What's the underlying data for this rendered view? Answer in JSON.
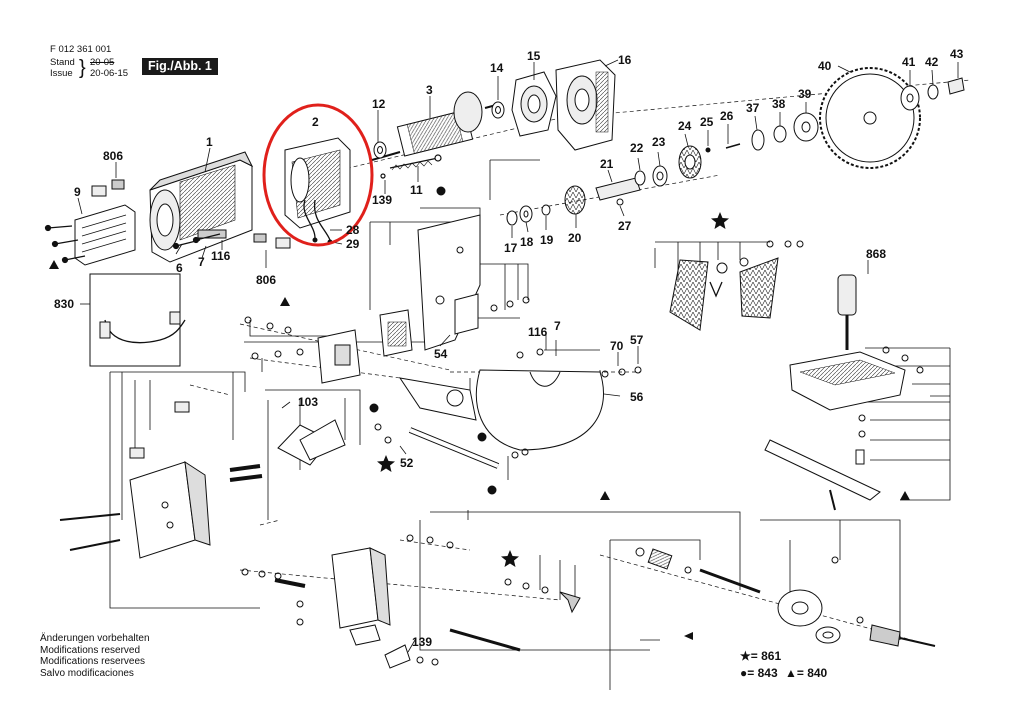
{
  "header": {
    "doc_number": "F 012 361 001",
    "stand_label": "Stand",
    "stand_date": "20-05",
    "issue_label": "Issue",
    "issue_date": "20-06-15",
    "figure_label": "Fig./Abb. 1"
  },
  "notes": [
    "Änderungen vorbehalten",
    "Modifications reserved",
    "Modifications reservees",
    "Salvo modificaciones"
  ],
  "legend": {
    "star": "= 861",
    "dot": "= 843",
    "triangle": "= 840"
  },
  "parts": {
    "p1": "1",
    "p2": "2",
    "p3": "3",
    "p6": "6",
    "p7a": "7",
    "p7b": "7",
    "p9": "9",
    "p11": "11",
    "p12": "12",
    "p14": "14",
    "p15": "15",
    "p16": "16",
    "p17": "17",
    "p18": "18",
    "p19": "19",
    "p20": "20",
    "p21": "21",
    "p22": "22",
    "p23": "23",
    "p24": "24",
    "p25": "25",
    "p26": "26",
    "p27": "27",
    "p28": "28",
    "p29": "29",
    "p37": "37",
    "p38": "38",
    "p39": "39",
    "p40": "40",
    "p41": "41",
    "p42": "42",
    "p43": "43",
    "p52": "52",
    "p54": "54",
    "p56": "56",
    "p57": "57",
    "p70": "70",
    "p103": "103",
    "p116a": "116",
    "p116b": "116",
    "p139a": "139",
    "p139b": "139",
    "p806a": "806",
    "p806b": "806",
    "p830": "830",
    "p868": "868"
  },
  "highlight": {
    "part": "2",
    "color": "#e0201b"
  }
}
